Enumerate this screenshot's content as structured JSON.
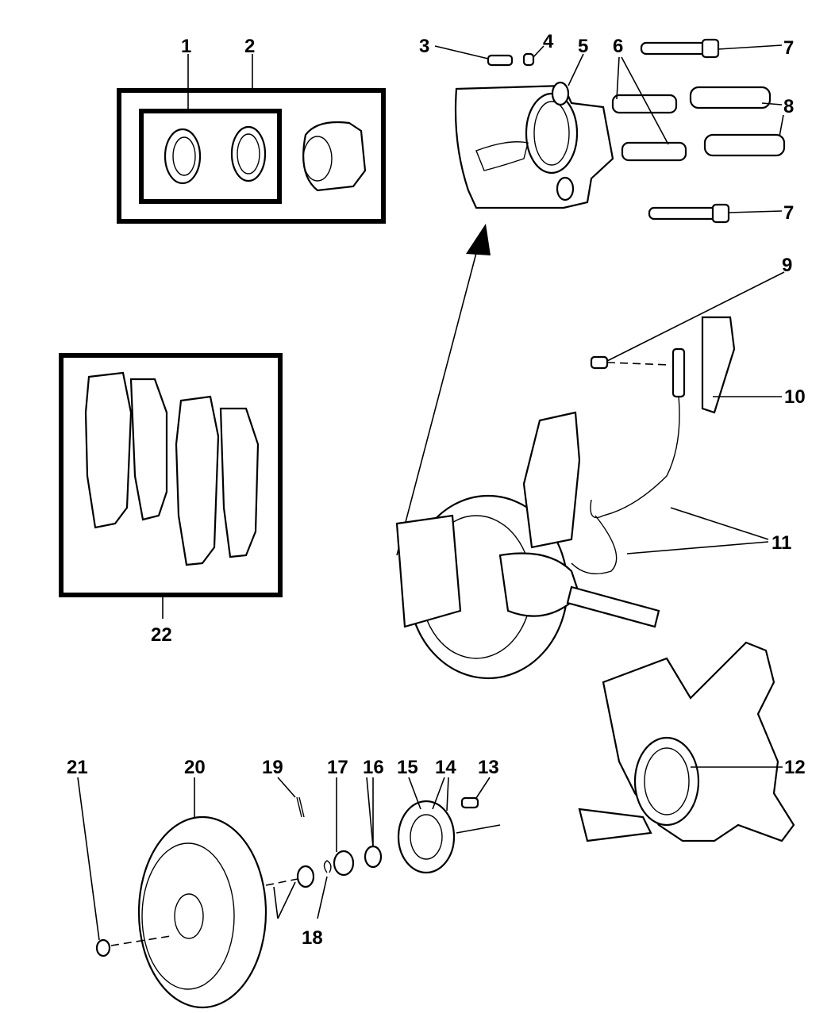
{
  "diagram": {
    "title": "",
    "colors": {
      "ink": "#000000",
      "background": "#ffffff"
    },
    "callouts": [
      {
        "id": "c1",
        "label": "1"
      },
      {
        "id": "c2",
        "label": "2"
      },
      {
        "id": "c3",
        "label": "3"
      },
      {
        "id": "c4",
        "label": "4"
      },
      {
        "id": "c5",
        "label": "5"
      },
      {
        "id": "c6",
        "label": "6"
      },
      {
        "id": "c7a",
        "label": "7"
      },
      {
        "id": "c7b",
        "label": "7"
      },
      {
        "id": "c8",
        "label": "8"
      },
      {
        "id": "c9",
        "label": "9"
      },
      {
        "id": "c10",
        "label": "10"
      },
      {
        "id": "c11",
        "label": "11"
      },
      {
        "id": "c12",
        "label": "12"
      },
      {
        "id": "c13",
        "label": "13"
      },
      {
        "id": "c14",
        "label": "14"
      },
      {
        "id": "c15",
        "label": "15"
      },
      {
        "id": "c16",
        "label": "16"
      },
      {
        "id": "c17",
        "label": "17"
      },
      {
        "id": "c18",
        "label": "18"
      },
      {
        "id": "c19",
        "label": "19"
      },
      {
        "id": "c20",
        "label": "20"
      },
      {
        "id": "c21",
        "label": "21"
      },
      {
        "id": "c22",
        "label": "22"
      }
    ]
  }
}
